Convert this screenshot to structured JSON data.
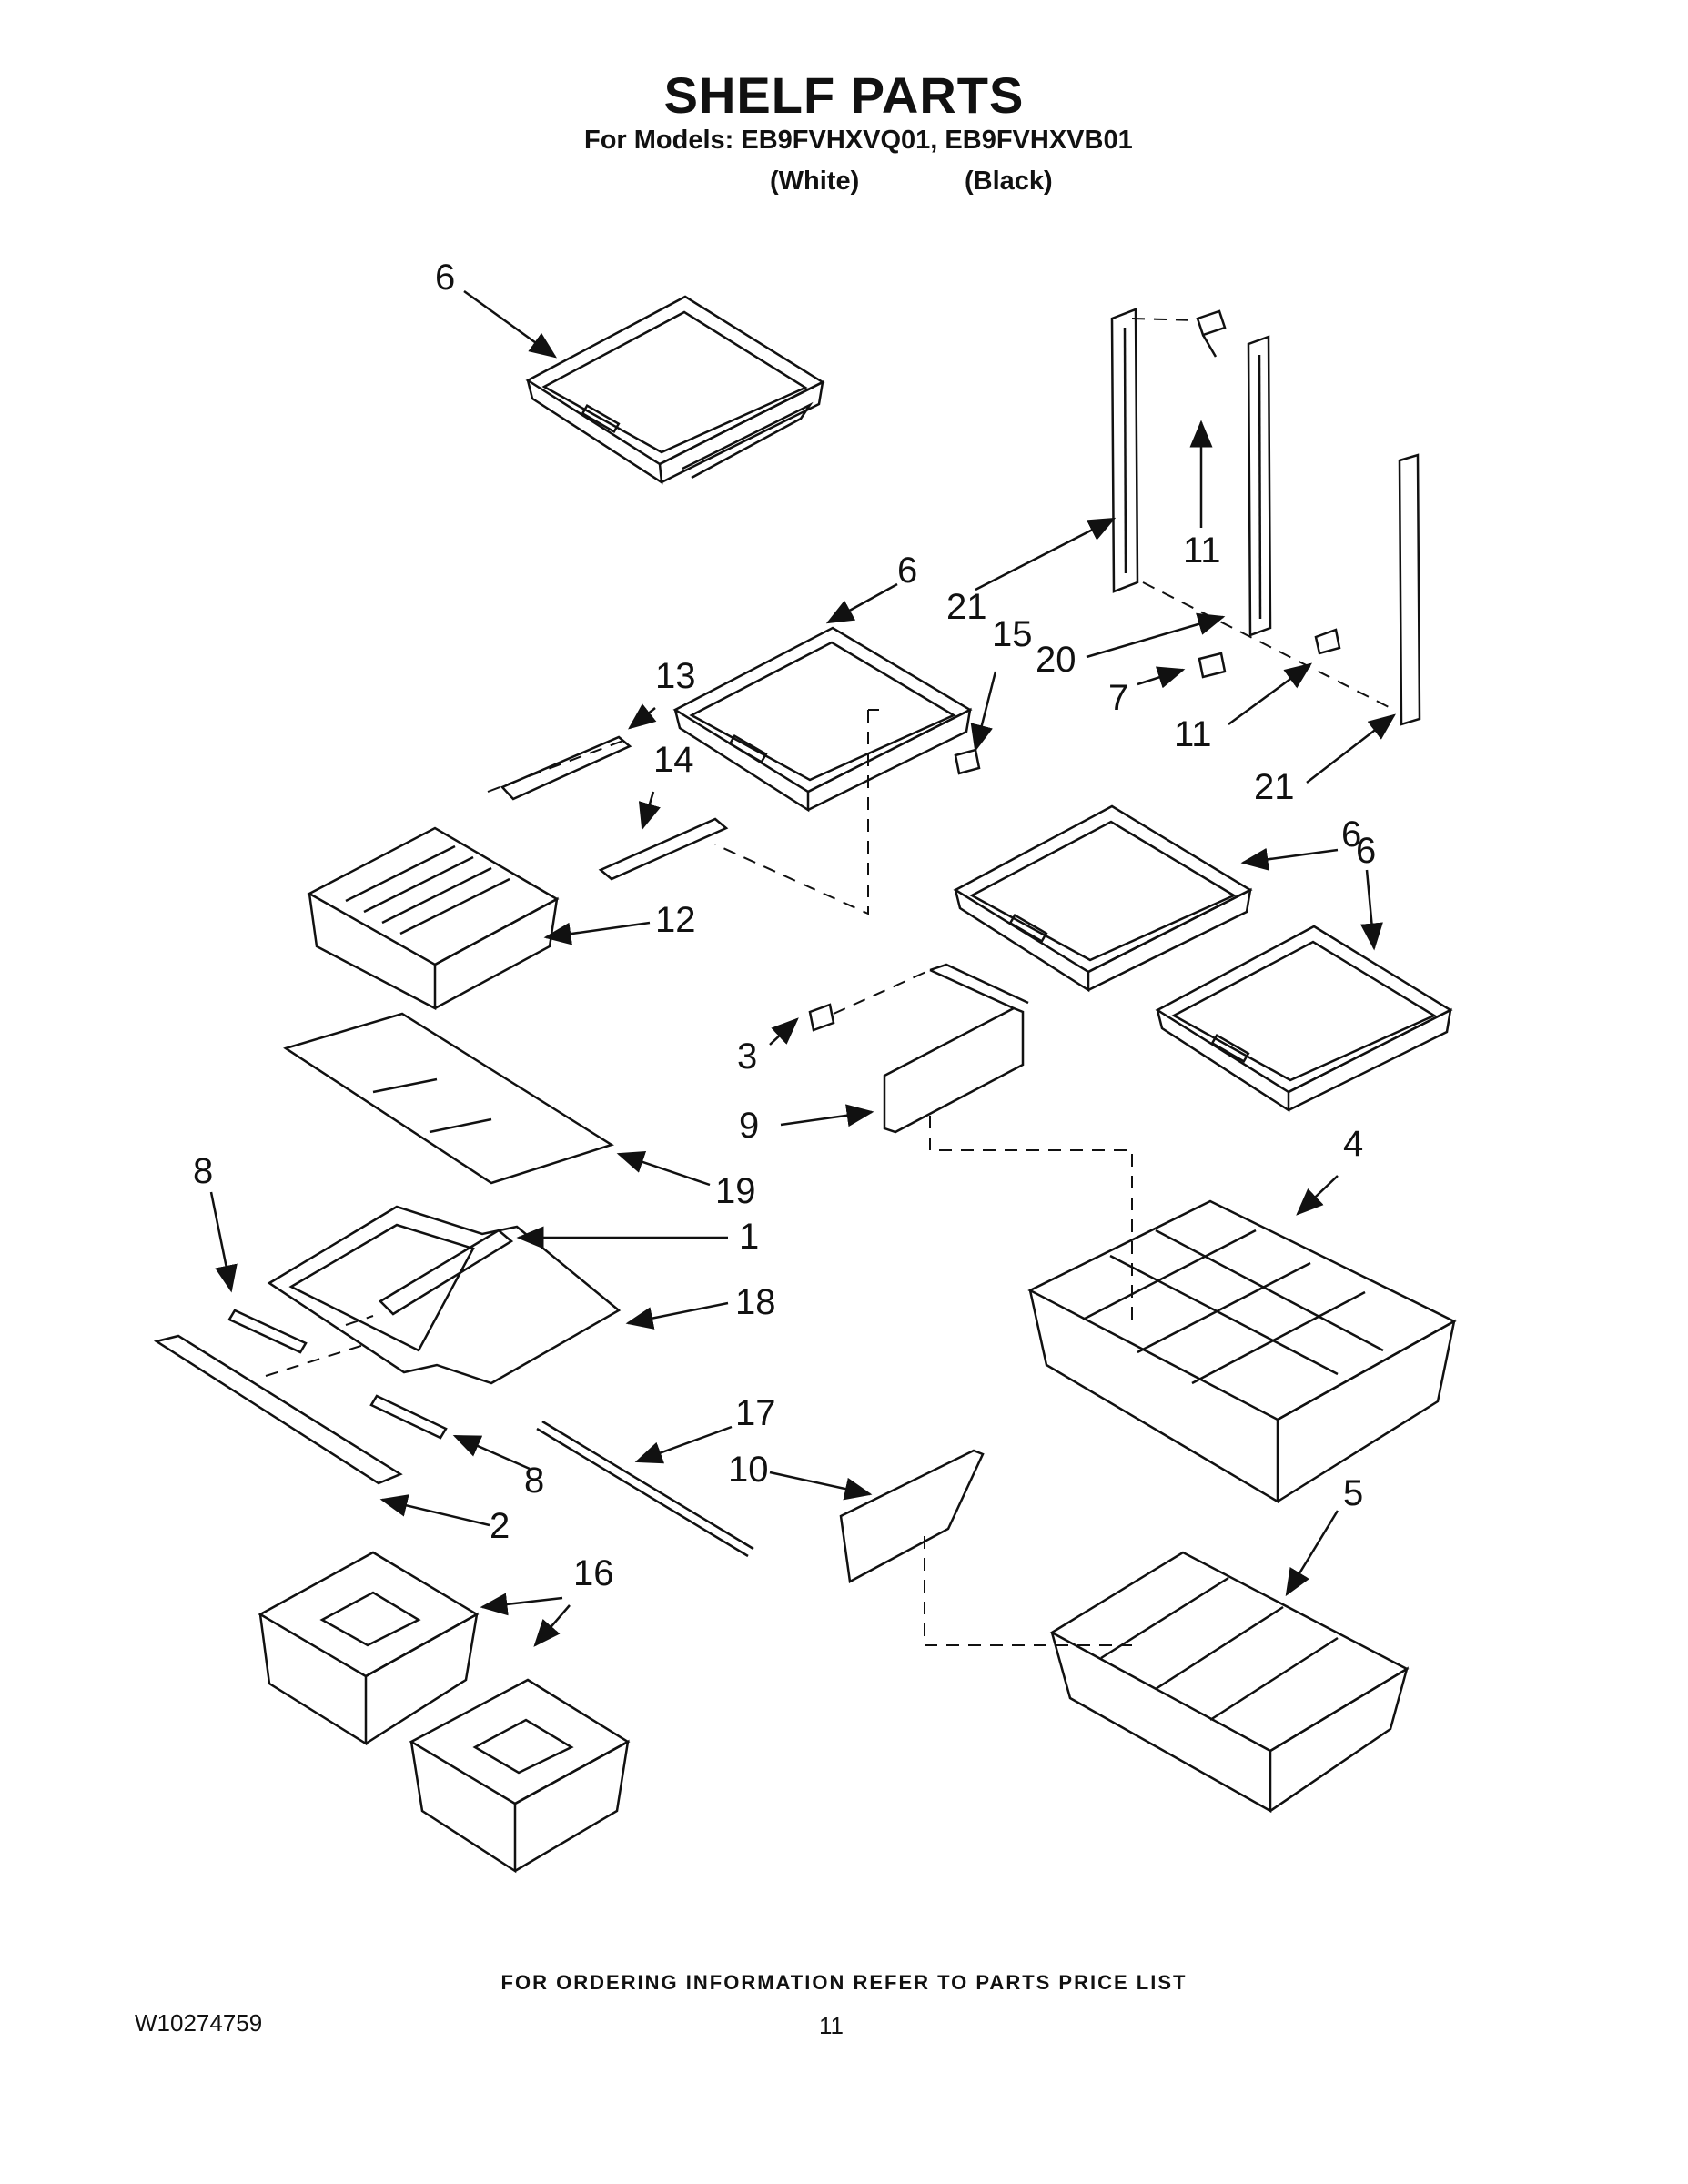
{
  "header": {
    "title": "SHELF PARTS",
    "models_line": "For Models: EB9FVHXVQ01, EB9FVHXVB01",
    "variant_white": "(White)",
    "variant_black": "(Black)"
  },
  "callouts": [
    {
      "id": "c6a",
      "text": "6"
    },
    {
      "id": "c6b",
      "text": "6"
    },
    {
      "id": "c6c",
      "text": "6"
    },
    {
      "id": "c6d",
      "text": "6"
    },
    {
      "id": "c21a",
      "text": "21"
    },
    {
      "id": "c21b",
      "text": "21"
    },
    {
      "id": "c11a",
      "text": "11"
    },
    {
      "id": "c11b",
      "text": "11"
    },
    {
      "id": "c15",
      "text": "15"
    },
    {
      "id": "c20",
      "text": "20"
    },
    {
      "id": "c7",
      "text": "7"
    },
    {
      "id": "c13",
      "text": "13"
    },
    {
      "id": "c14",
      "text": "14"
    },
    {
      "id": "c12",
      "text": "12"
    },
    {
      "id": "c3",
      "text": "3"
    },
    {
      "id": "c9",
      "text": "9"
    },
    {
      "id": "c4",
      "text": "4"
    },
    {
      "id": "c19",
      "text": "19"
    },
    {
      "id": "c8a",
      "text": "8"
    },
    {
      "id": "c8b",
      "text": "8"
    },
    {
      "id": "c1",
      "text": "1"
    },
    {
      "id": "c18",
      "text": "18"
    },
    {
      "id": "c17",
      "text": "17"
    },
    {
      "id": "c10",
      "text": "10"
    },
    {
      "id": "c5",
      "text": "5"
    },
    {
      "id": "c2",
      "text": "2"
    },
    {
      "id": "c16",
      "text": "16"
    }
  ],
  "footer": {
    "note": "FOR ORDERING INFORMATION REFER TO PARTS PRICE LIST",
    "doc_number": "W10274759",
    "page_number": "11"
  }
}
